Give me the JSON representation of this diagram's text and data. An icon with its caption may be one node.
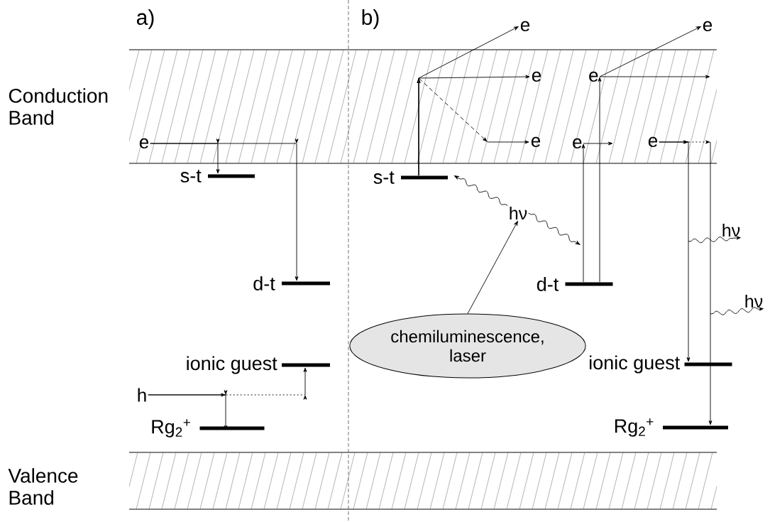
{
  "diagram": {
    "nodes": [
      {
        "text": [
          "e"
        ]
      },
      {
        "text": [
          "s-t"
        ]
      },
      {
        "text": [
          "d-t"
        ]
      },
      {
        "text": [
          "ionic guest"
        ]
      },
      {
        "text": [
          "Rg$_{2}$$^{+}$"
        ]
      },
      {
        "text": [
          "h"
        ]
      },
      {
        "text": [
          "s-t"
        ]
      },
      {
        "text": [
          "e"
        ]
      },
      {
        "text": [
          "e"
        ]
      },
      {
        "text": [
          "e"
        ]
      },
      {
        "text": [
          "e"
        ]
      },
      {
        "text": [
          "e"
        ]
      },
      {
        "text": [
          "e"
        ]
      },
      {
        "text": [
          "e"
        ]
      },
      {
        "text": [
          "hν"
        ]
      },
      {
        "text": [
          "d-t"
        ]
      },
      {
        "text": [
          "chemiluminescence, laser"
        ]
      },
      {
        "text": [
          "hν"
        ]
      },
      {
        "text": [
          "hν"
        ]
      },
      {
        "text": [
          "ionic guest"
        ]
      },
      {
        "text": [
          "Rg$_{2}$$^{+}$"
        ]
      }
    ],
    "edges": [
      {
        "from": 0,
        "to": 1,
        "arrow": "to"
      },
      {
        "from": 0,
        "to": 2,
        "arrow": "to"
      },
      {
        "from": 5,
        "to": 4,
        "arrow": "to"
      },
      {
        "from": 5,
        "to": 3,
        "arrow": "to",
        "style": "dashed"
      },
      {
        "from": 6,
        "to": 7,
        "arrow": "to"
      },
      {
        "from": 6,
        "to": 8,
        "arrow": "to"
      },
      {
        "from": 6,
        "to": 9,
        "arrow": "to",
        "style": "dashed"
      },
      {
        "from": 14,
        "to": 6,
        "arrow": "to"
      },
      {
        "from": 14,
        "to": null,
        "arrow": "to"
      },
      {
        "from": 16,
        "to": 14,
        "arrow": "to"
      },
      {
        "from": 15,
        "to": 13,
        "arrow": "to"
      },
      {
        "from": 13,
        "to": null,
        "arrow": "to"
      },
      {
        "from": 15,
        "to": 11,
        "arrow": "to"
      },
      {
        "from": 11,
        "to": 12,
        "arrow": "to"
      },
      {
        "from": 11,
        "to": null,
        "arrow": "to"
      },
      {
        "from": 10,
        "to": 19,
        "arrow": "to"
      },
      {
        "from": 10,
        "to": 20,
        "arrow": "to",
        "style": "dashed"
      },
      {
        "from": null,
        "to": 17,
        "arrow": "to"
      },
      {
        "from": null,
        "to": 18,
        "arrow": "to"
      }
    ],
    "labels": [
      "a)",
      "b)",
      "Conduction Band",
      "Valence Band"
    ]
  }
}
